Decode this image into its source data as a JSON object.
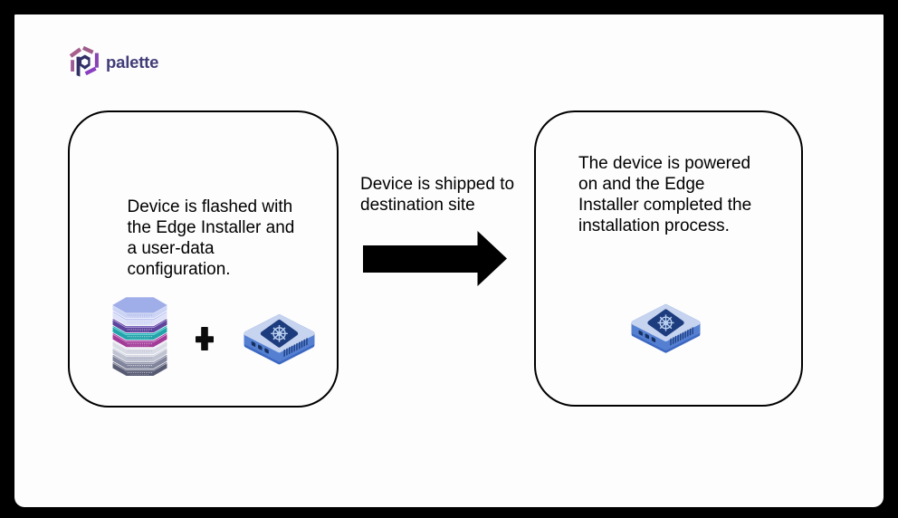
{
  "slide": {
    "background_color": "#000000",
    "surface_color": "#fdfdfd"
  },
  "logo": {
    "text": "palette",
    "text_color": "#413d78",
    "icon": "palette-hexagon-icon",
    "icon_colors": {
      "mauve": "#a2608f",
      "purple": "#8140b5",
      "indigo": "#312f66"
    }
  },
  "cards": {
    "flash": {
      "lines": [
        "Device is flashed with",
        "the Edge Installer and",
        "a user-data",
        "configuration."
      ],
      "illustrations": [
        "cluster-profile-stack",
        "plus",
        "edge-device"
      ]
    },
    "installed": {
      "lines": [
        "The device is powered",
        "on and the Edge",
        "Installer completed the",
        "installation process."
      ],
      "illustrations": [
        "edge-device"
      ]
    }
  },
  "transit": {
    "lines": [
      "Device is shipped to",
      "destination site"
    ],
    "arrow": "right-arrow",
    "arrow_color": "#000000"
  },
  "illustration_colors": {
    "device": {
      "top": "#c7d4f0",
      "front": "#5580d2",
      "base": "#3d68c2",
      "panel": "#1d3c7e",
      "wheel": "#b9cff0"
    },
    "stack_layers": [
      {
        "top": "#9fade8",
        "side": "#cbd3f4"
      },
      {
        "top": "#c7cdf6",
        "side": "#aeb5ec"
      },
      {
        "top": "#7c68c0",
        "side": "#5e449d"
      },
      {
        "top": "#52c4c9",
        "side": "#15a9af"
      },
      {
        "top": "#c470be",
        "side": "#a23c98"
      },
      {
        "top": "#e9eaf2",
        "side": "#d3d5e2"
      },
      {
        "top": "#d8dae5",
        "side": "#bfc2d2"
      },
      {
        "top": "#a6aabe",
        "side": "#83879f"
      },
      {
        "top": "#8b8ea4",
        "side": "#5d6078"
      }
    ]
  }
}
